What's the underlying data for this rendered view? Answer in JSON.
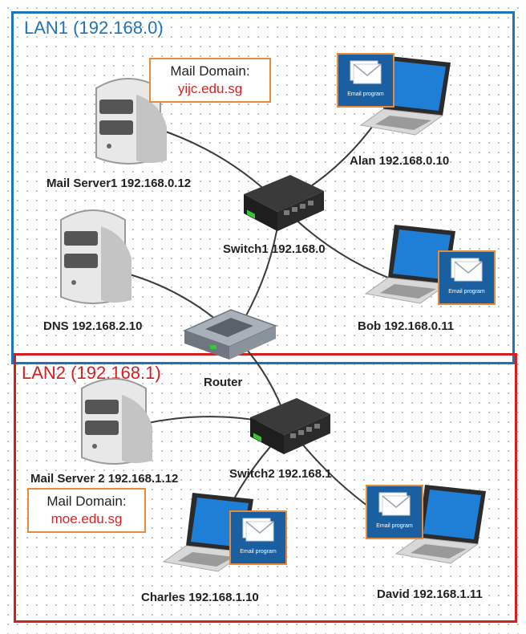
{
  "zones": {
    "lan1": {
      "title": "LAN1 (192.168.0)",
      "color": "#1f73b7"
    },
    "lan2": {
      "title": "LAN2 (192.168.1)",
      "color": "#d21f1f"
    }
  },
  "devices": {
    "mail_server1": {
      "label": "Mail Server1 192.168.0.12",
      "icon": "server-icon"
    },
    "dns": {
      "label": "DNS 192.168.2.10",
      "icon": "server-icon"
    },
    "mail_server2": {
      "label": "Mail Server 2 192.168.1.12",
      "icon": "server-icon"
    },
    "switch1": {
      "label": "Switch1 192.168.0",
      "icon": "switch-icon"
    },
    "switch2": {
      "label": "Switch2 192.168.1",
      "icon": "switch-icon"
    },
    "router": {
      "label": "Router",
      "icon": "router-icon"
    },
    "alan": {
      "label": "Alan 192.168.0.10",
      "icon": "laptop-icon"
    },
    "bob": {
      "label": "Bob 192.168.0.11",
      "icon": "laptop-icon"
    },
    "charles": {
      "label": "Charles 192.168.1.10",
      "icon": "laptop-icon"
    },
    "david": {
      "label": "David 192.168.1.11",
      "icon": "laptop-icon"
    }
  },
  "mail_domains": {
    "lan1": {
      "key": "Mail Domain:",
      "value": "yijc.edu.sg"
    },
    "lan2": {
      "key": "Mail Domain:",
      "value": "moe.edu.sg"
    }
  },
  "email_badge": {
    "label": "Email program",
    "icon": "email-program-icon"
  },
  "links": [
    [
      "mail_server1",
      "switch1"
    ],
    [
      "alan",
      "switch1"
    ],
    [
      "bob",
      "switch1"
    ],
    [
      "switch1",
      "router"
    ],
    [
      "dns",
      "router"
    ],
    [
      "router",
      "switch2"
    ],
    [
      "mail_server2",
      "switch2"
    ],
    [
      "charles",
      "switch2"
    ],
    [
      "david",
      "switch2"
    ]
  ],
  "colors": {
    "accent_orange": "#e58b3a",
    "domain_red": "#e02020",
    "badge_blue": "#1a5fa0"
  }
}
